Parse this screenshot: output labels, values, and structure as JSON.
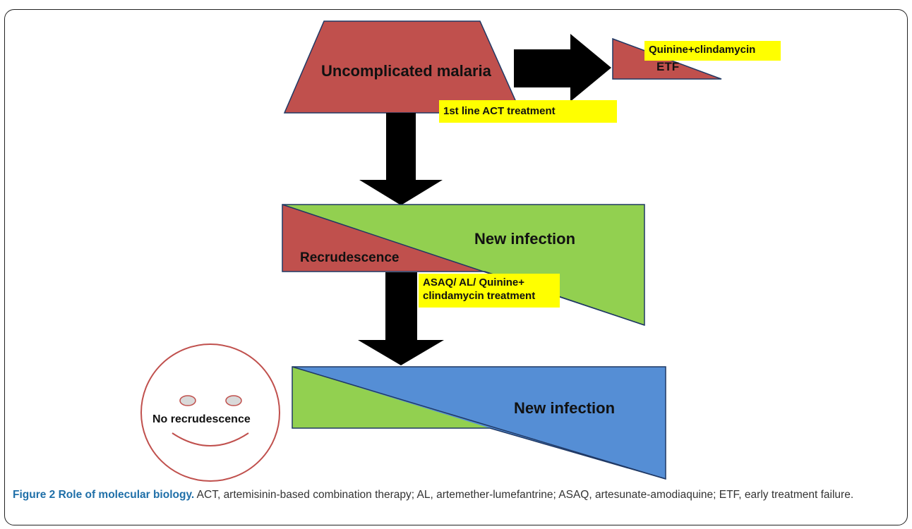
{
  "diagram": {
    "top_node": "Uncomplicated malaria",
    "etf_node": "ETF",
    "etf_treatment": "Quinine+clindamycin",
    "first_line_treatment": "1st line ACT treatment",
    "mid_recrudescence": "Recrudescence",
    "mid_new_infection": "New infection",
    "second_line_treatment_line1": "ASAQ/ AL/ Quinine+",
    "second_line_treatment_line2": "clindamycin treatment",
    "bottom_new_infection": "New infection",
    "outcome_label": "No recrudescence",
    "colors": {
      "red": "#c0504d",
      "green": "#92d050",
      "blue": "#558ed5",
      "highlight": "#ffff00",
      "outline": "#1f3864",
      "arrow": "#000000"
    }
  },
  "caption": {
    "label": "Figure 2 Role of molecular biology.",
    "text": " ACT, artemisinin-based combination therapy; AL, artemether-lumefantrine; ASAQ, artesunate-amodiaquine; ETF, early treatment failure."
  }
}
